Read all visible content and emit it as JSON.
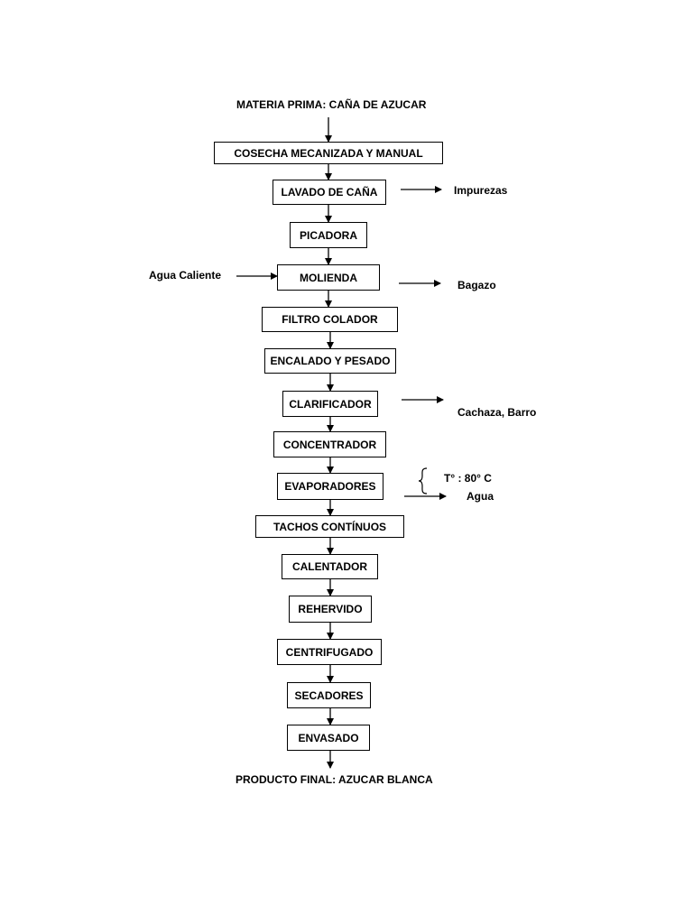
{
  "input_label": "MATERIA PRIMA: CAÑA DE AZUCAR",
  "output_label": "PRODUCTO FINAL: AZUCAR BLANCA",
  "steps": [
    "COSECHA MECANIZADA Y MANUAL",
    "LAVADO DE CAÑA",
    "PICADORA",
    "MOLIENDA",
    "FILTRO COLADOR",
    "ENCALADO Y PESADO",
    "CLARIFICADOR",
    "CONCENTRADOR",
    "EVAPORADORES",
    "TACHOS CONTÍNUOS",
    "CALENTADOR",
    "REHERVIDO",
    "CENTRIFUGADO",
    "SECADORES",
    "ENVASADO"
  ],
  "side_flows": {
    "impurezas": "Impurezas",
    "agua_caliente": "Agua Caliente",
    "bagazo": "Bagazo",
    "cachaza": "Cachaza, Barro",
    "temperatura": "T° : 80° C",
    "agua": "Agua"
  },
  "colors": {
    "stroke": "#000000",
    "background": "#ffffff"
  }
}
